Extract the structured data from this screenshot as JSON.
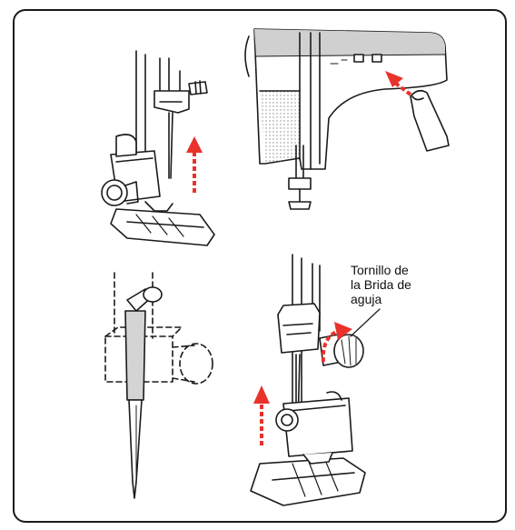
{
  "callout": {
    "lines": [
      "Tornillo de",
      "la Brida de",
      "aguja"
    ]
  },
  "colors": {
    "line": "#1a1a1a",
    "arrow": "#e8322b",
    "shade": "#d9d9d9",
    "paper": "#ffffff"
  },
  "icons": [
    "pointing-finger-icon",
    "up-arrow-icon",
    "rotate-arrow-icon",
    "needle-clamp-screw-icon"
  ]
}
